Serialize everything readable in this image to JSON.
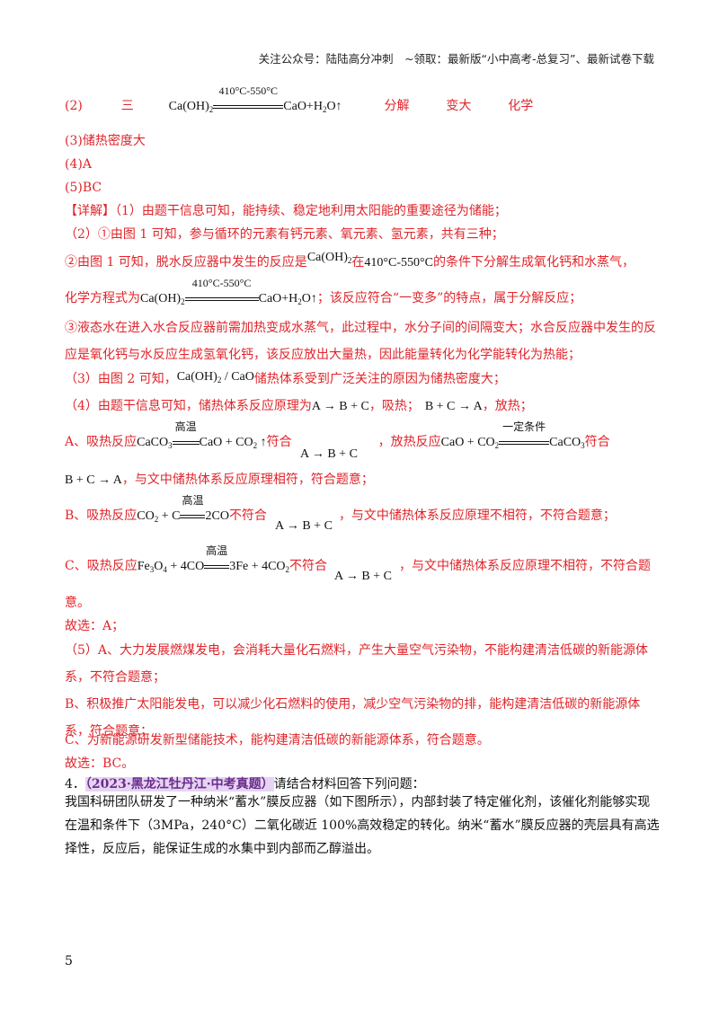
{
  "header": "关注公众号：陆陆高分冲刺　~领取：最新版“小中高考-总复习”、最新试卷下载",
  "line2": {
    "num": "(2)",
    "ans1": "三",
    "cond": "410°C-550°C",
    "lhs": "Ca(OH)",
    "lhs_sub": "2",
    "rhs": "CaO+H",
    "rhs_sub": "2",
    "rhs_end": "O↑",
    "ans2": "分解",
    "ans3": "变大",
    "ans4": "化学"
  },
  "a3": "(3)储热密度大",
  "a4": "(4)A",
  "a5": "(5)BC",
  "d1": "【详解】（1）由题干信息可知，能持续、稳定地利用太阳能的重要途径为储能；",
  "d2": "（2）①由图 1 可知，参与循环的元素有钙元素、氧元素、氢元素，共有三种；",
  "d3a": "②由图 1 可知，脱水反应器中发生的反应是",
  "d3f": "Ca(OH)",
  "d3fs": "2",
  "d3b": "在",
  "d3t": "410°C-550°C",
  "d3c": "的条件下分解生成氧化钙和水蒸气，",
  "d4a": "化学方程式为",
  "d4f1": "Ca(OH)",
  "d4f1s": "2",
  "d4cond": "410°C-550°C",
  "d4f2": "CaO+H",
  "d4f2s": "2",
  "d4f2e": "O↑",
  "d4b": "；该反应符合“一变多”的特点，属于分解反应；",
  "d5": "③液态水在进入水合反应器前需加热变成水蒸气，此过程中，水分子间的间隔变大；水合反应器中发生的反应是氧化钙与水反应生成氢氧化钙，该反应放出大量热，因此能量转化为化学能转化为热能；",
  "d6a": "（3）由图 2 可知，",
  "d6f": "Ca(OH)",
  "d6fs": "2",
  "d6fe": " / CaO",
  "d6b": "储热体系受到广泛关注的原因为储热密度大；",
  "d7a": "（4）由题干信息可知，储热体系反应原理为",
  "d7f1": "A → B + C",
  "d7b": "，吸热；",
  "d7f2": "B + C → A",
  "d7c": "，放热；",
  "d8": {
    "pre": "A、吸热反应",
    "c1": "高温",
    "l1": "CaCO",
    "l1s": "3",
    "r1": "CaO + CO",
    "r1s": "2",
    "r1e": " ↑",
    "mid1": "符合",
    "under1": "A → B + C",
    "mid2": "，放热反应",
    "l2": "CaO + CO",
    "l2s": "2",
    "c2": "一定条件",
    "r2": "CaCO",
    "r2s": "3",
    "end": "符合"
  },
  "d9a": "B + C → A",
  "d9b": "，与文中储热体系反应原理相符，符合题意；",
  "d10": {
    "pre": "B、吸热反应",
    "l": "CO",
    "ls": "2",
    "le": " + C",
    "c": "高温",
    "r": "2CO",
    "mid": "不符合",
    "under": "A → B + C",
    "post": "，与文中储热体系反应原理不相符，不符合题意；"
  },
  "d11": {
    "pre": "C、吸热反应",
    "l": "Fe",
    "ls": "3",
    "lm": "O",
    "ls2": "4",
    "le": " + 4CO",
    "c": "高温",
    "r": "3Fe + 4CO",
    "rs": "2",
    "mid": "不符合",
    "under": "A → B + C",
    "post": "，与文中储热体系反应原理不相符，不符合题"
  },
  "d12": "意。",
  "d13": "故选：A；",
  "d14": "（5）A、大力发展燃煤发电，会消耗大量化石燃料，产生大量空气污染物，不能构建清洁低碳的新能源体系，不符合题意；",
  "d15": "B、积极推广太阳能发电，可以减少化石燃料的使用，减少空气污染物的排，能构建清洁低碳的新能源体系，符合题意；",
  "d16": "C、为新能源研发新型储能技术，能构建清洁低碳的新能源体系，符合题意。",
  "d17": "故选：BC。",
  "q4": {
    "num": "4．",
    "tag": "（2023·黑龙江牡丹江·中考真题）",
    "lead": "请结合材料回答下列问题：",
    "body": "我国科研团队研发了一种纳米“蓄水”膜反应器（如下图所示），内部封装了特定催化剂，该催化剂能够实现在温和条件下（3MPa，240°C）二氧化碳近 100%高效稳定的转化。纳米“蓄水”膜反应器的壳层具有高选择性，反应后，能保证生成的水集中到内部而乙醇溢出。"
  },
  "page": "5"
}
